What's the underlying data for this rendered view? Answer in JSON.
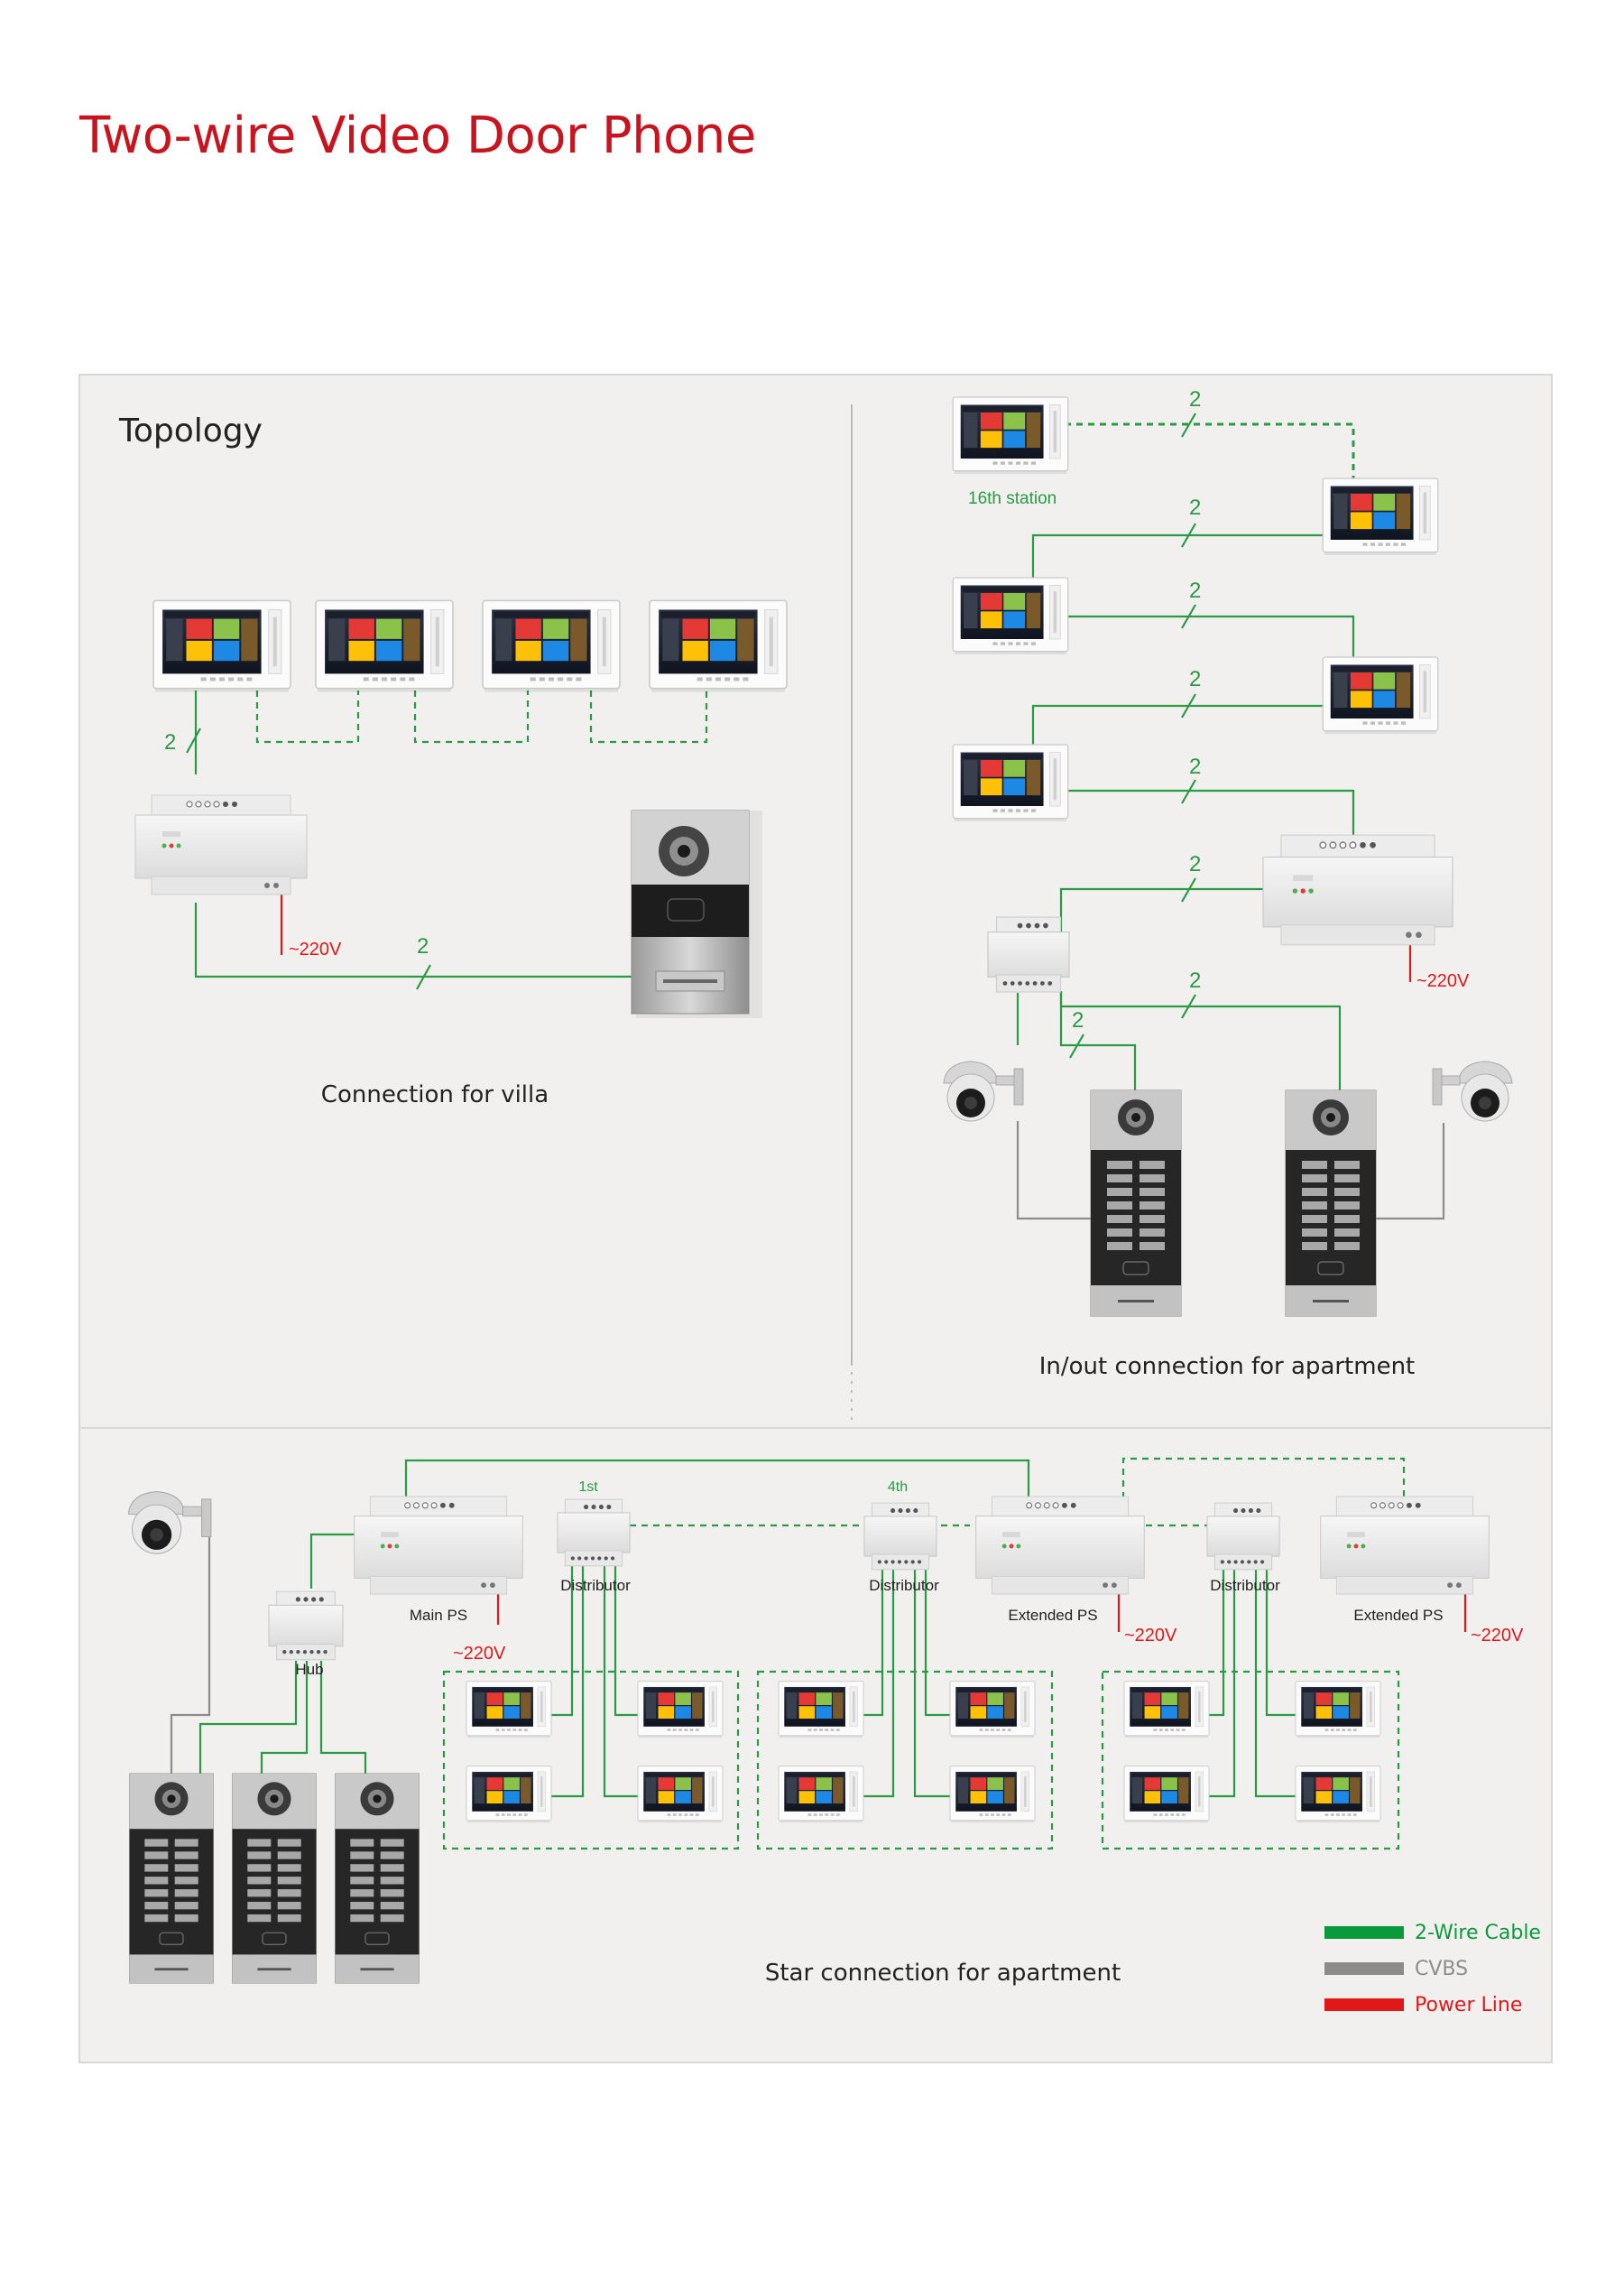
{
  "page": {
    "title": "Two-wire Video Door Phone"
  },
  "topology": {
    "heading": "Topology"
  },
  "villa": {
    "caption": "Connection for villa",
    "wire_count": "2",
    "power": "~220V"
  },
  "inout": {
    "caption": "In/out connection for apartment",
    "station_label": "16th station",
    "wire_count": "2",
    "power": "~220V"
  },
  "star": {
    "caption": "Star connection for apartment",
    "main_ps": "Main PS",
    "hub": "Hub",
    "distributor": "Distributor",
    "extended_ps": "Extended PS",
    "first": "1st",
    "fourth": "4th",
    "power": "~220V"
  },
  "legend": {
    "items": [
      {
        "label": "2-Wire Cable",
        "color": "#0a9a3c"
      },
      {
        "label": "CVBS",
        "color": "#8c8c8c"
      },
      {
        "label": "Power Line",
        "color": "#e01818"
      }
    ]
  },
  "colors": {
    "title": "#c8141f",
    "wire": "#2a9a44",
    "power": "#e01818",
    "panel": "#f1f0ef"
  }
}
